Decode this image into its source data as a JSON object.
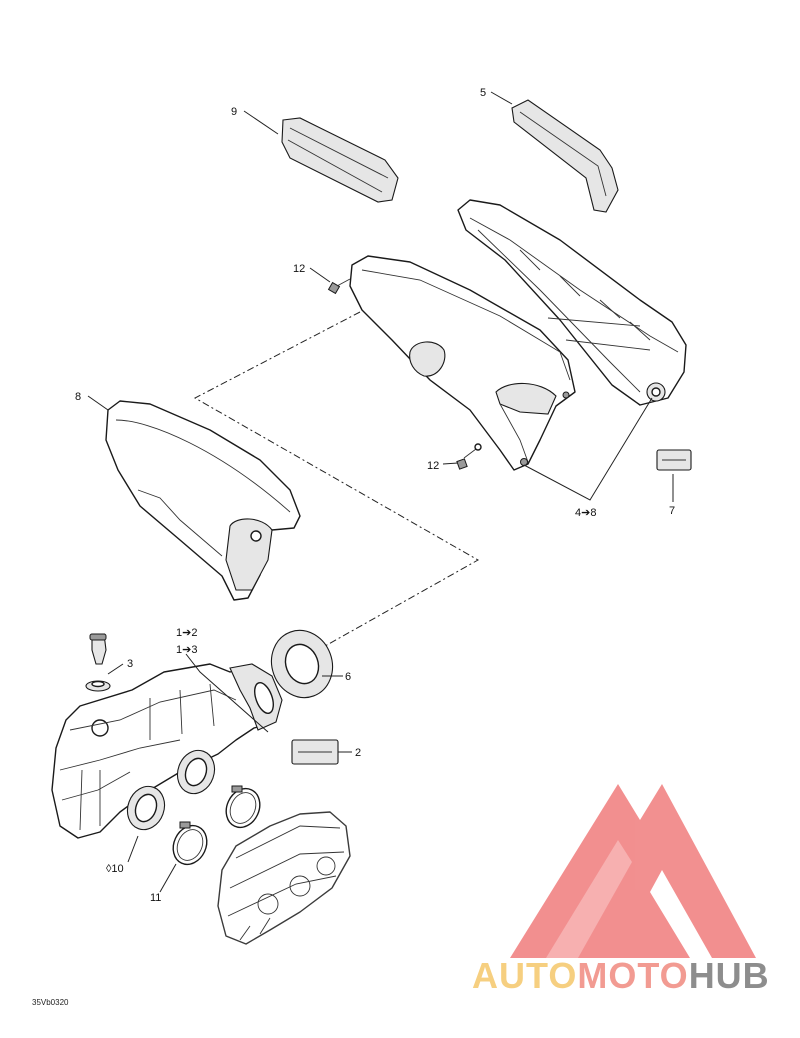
{
  "callouts": {
    "c9": "9",
    "c5": "5",
    "c12a": "12",
    "c8": "8",
    "c12b": "12",
    "c4_8": "4➔8",
    "c7": "7",
    "c1_2": "1➔2",
    "c1_3": "1➔3",
    "c3": "3",
    "c6": "6",
    "c2": "2",
    "c10": "◊10",
    "c11": "11"
  },
  "reference_code": "35Vb0320",
  "watermark": {
    "part1": "AUTO",
    "part2": "MOTO",
    "part3": "HUB",
    "color_auto": "#f5c76a",
    "color_moto": "#f08a80",
    "color_hub": "#7a7a7a",
    "triangle_color": "#f07c7c"
  }
}
